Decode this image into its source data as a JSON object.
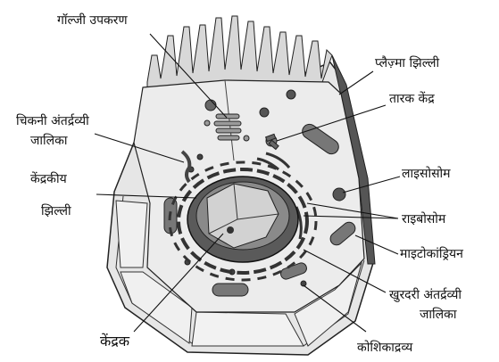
{
  "labels": {
    "golgi": "गॉल्जी उपकरण",
    "smooth_er_line1": "चिकनी अंतर्द्रव्यी",
    "smooth_er_line2": "जालिका",
    "nuclear_membrane_line1": "केंद्रकीय",
    "nuclear_membrane_line2": "झिल्ली",
    "nucleolus": "केंद्रक",
    "plasma_membrane": "प्लैज़्मा झिल्ली",
    "centrosome": "तारक केंद्र",
    "lysosome": "लाइसोसोम",
    "ribosome": "राइबोसोम",
    "mitochondria": "माइटोकांड्रियन",
    "rough_er_line1": "खुरदरी अंतर्द्रव्यी",
    "rough_er_line2": "जालिका",
    "cytoplasm": "कोशिकाद्रव्य"
  }
}
